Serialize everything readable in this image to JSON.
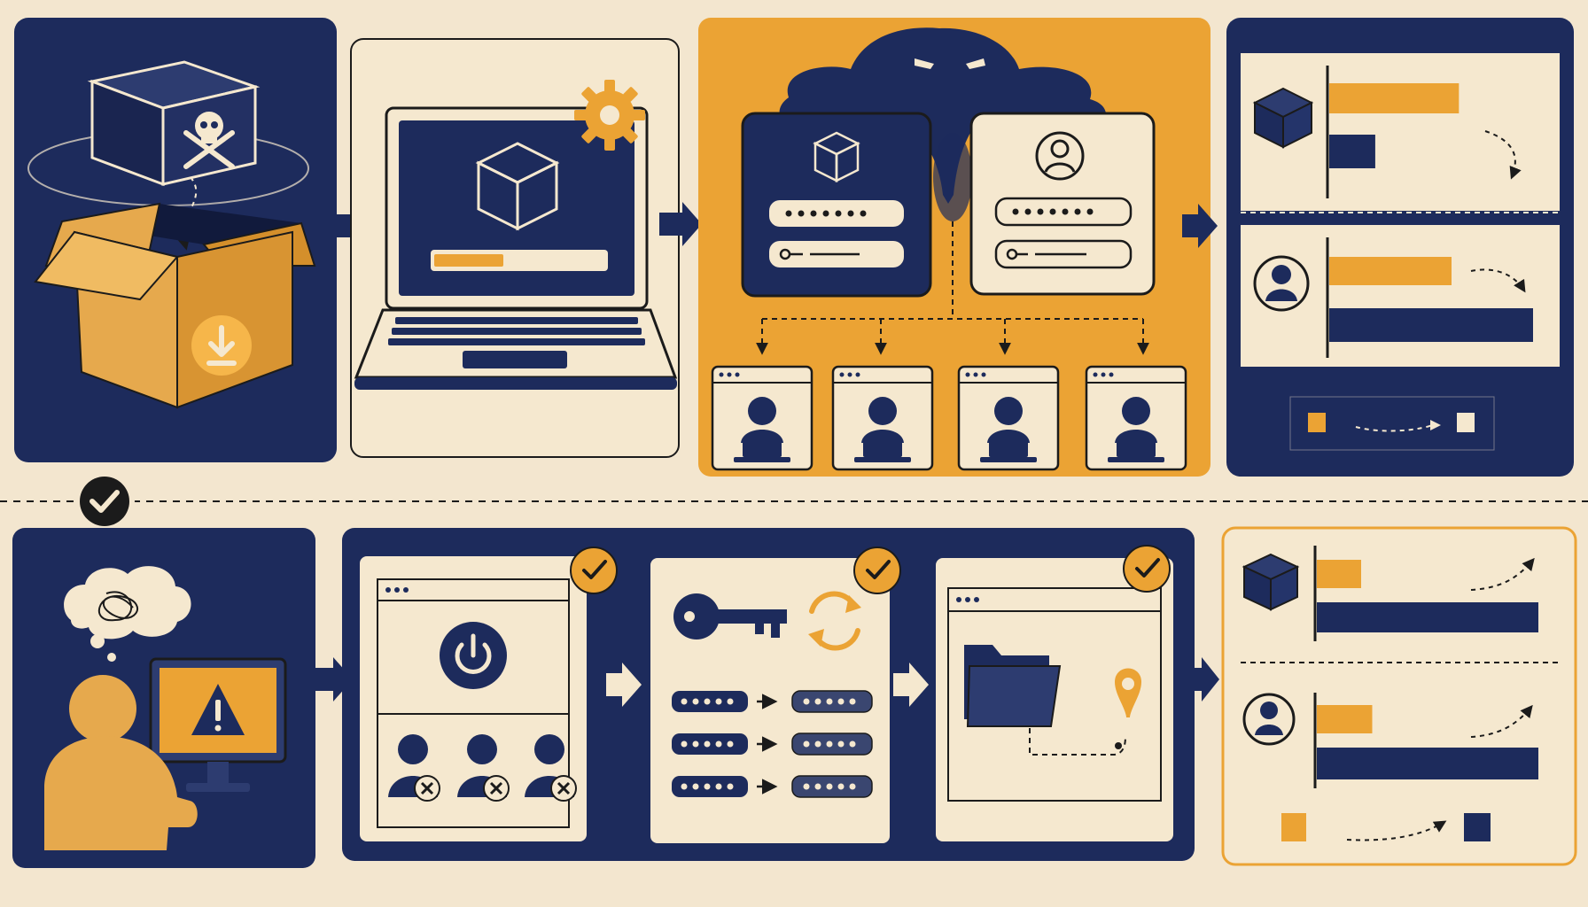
{
  "colors": {
    "navy": "#1d2b5c",
    "orange": "#eba334",
    "cream": "#f5e8cf",
    "paper": "#f3e6cf",
    "ink": "#1b1b1b"
  },
  "panels": [
    {
      "id": "malicious-package",
      "icons": [
        "cube-icon",
        "skull-crossbones-icon",
        "open-box-icon",
        "download-icon"
      ]
    },
    {
      "id": "laptop-install",
      "icons": [
        "laptop-icon",
        "cube-icon",
        "progress-bar",
        "gear-icon"
      ]
    },
    {
      "id": "attacker-steals",
      "icons": [
        "attacker-shadow-icon",
        "cube-icon",
        "password-field",
        "key-icon",
        "user-icon",
        "browser-user-icon"
      ]
    },
    {
      "id": "impact-bars",
      "icons": [
        "cube-icon",
        "user-icon",
        "bar",
        "dashed-arrow"
      ]
    },
    {
      "id": "user-alert",
      "icons": [
        "thought-bubble-icon",
        "person-icon",
        "monitor-icon",
        "warning-icon"
      ]
    },
    {
      "id": "response-steps",
      "icons": [
        "power-icon",
        "user-remove-icon",
        "key-icon",
        "refresh-icon",
        "folder-icon",
        "location-pin-icon",
        "check-icon"
      ]
    },
    {
      "id": "recovery-bars",
      "icons": [
        "cube-icon",
        "user-icon",
        "bar",
        "dashed-arrow"
      ]
    }
  ],
  "impact_bars": {
    "package_bars": [
      0.62,
      0.22
    ],
    "user_bars": [
      0.6,
      1.0
    ]
  },
  "recovery_bars": {
    "package_bars": [
      0.2,
      1.0
    ],
    "user_bars": [
      0.25,
      1.0
    ]
  }
}
